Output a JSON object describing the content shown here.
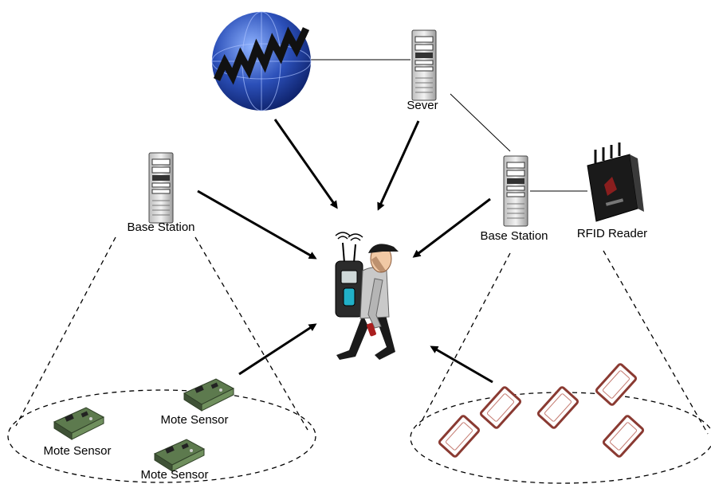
{
  "labels": {
    "server": "Sever",
    "base_station_left": "Base Station",
    "base_station_right": "Base Station",
    "rfid_reader": "RFID Reader",
    "mote_sensor_1": "Mote Sensor",
    "mote_sensor_2": "Mote Sensor",
    "mote_sensor_3": "Mote Sensor"
  },
  "icons": {
    "globe": "www-globe-icon",
    "server": "server-tower-icon",
    "reader": "rfid-reader-icon",
    "person": "user-with-backpack-icon",
    "mote": "mote-sensor-board-icon",
    "tag": "rfid-tag-icon"
  },
  "colors": {
    "globe": "#2b4fb8",
    "tag_border": "#8a3a32",
    "server_body": "#e6e6e6",
    "reader_body": "#1a1a1a"
  }
}
